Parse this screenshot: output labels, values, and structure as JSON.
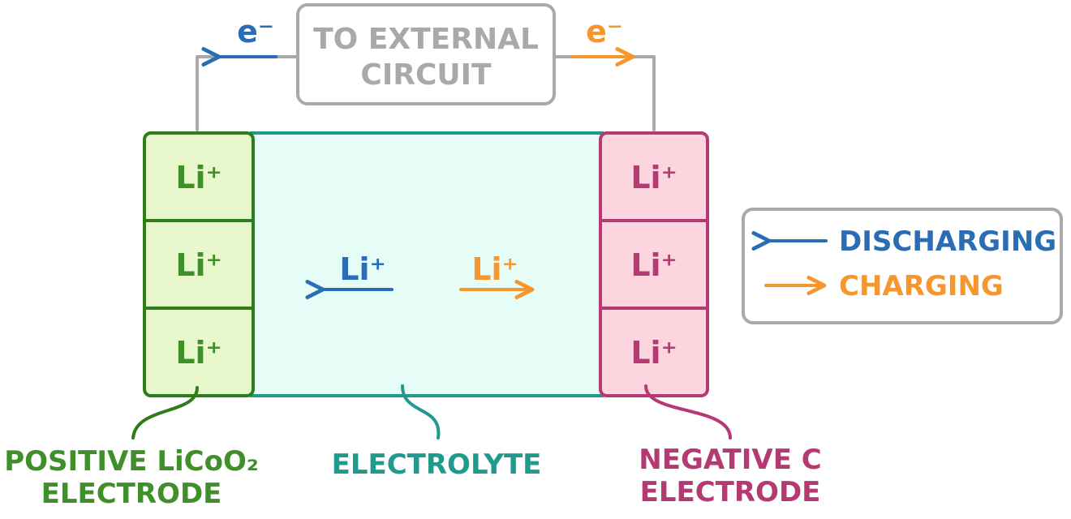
{
  "external_circuit": {
    "label_line1": "TO EXTERNAL",
    "label_line2": "CIRCUIT",
    "electron_left": "e⁻",
    "electron_right": "e⁻"
  },
  "positive_electrode": {
    "cells": [
      "Li⁺",
      "Li⁺",
      "Li⁺"
    ],
    "label_line1": "POSITIVE LiCoO₂",
    "label_line2": "ELECTRODE"
  },
  "electrolyte": {
    "ion_discharging": "Li⁺",
    "ion_charging": "Li⁺",
    "label": "ELECTROLYTE"
  },
  "negative_electrode": {
    "cells": [
      "Li⁺",
      "Li⁺",
      "Li⁺"
    ],
    "label_line1": "NEGATIVE C",
    "label_line2": "ELECTRODE"
  },
  "legend": {
    "discharging": "DISCHARGING",
    "charging": "CHARGING"
  },
  "colors": {
    "blue": "#2a6db5",
    "orange": "#f7962d",
    "green": "#3f8f2a",
    "green_fill": "#e8f7cc",
    "green_stroke": "#2f7d18",
    "teal": "#1f9a8c",
    "teal_fill": "#e6fcf6",
    "pink": "#b53a74",
    "pink_fill": "#fdd5de",
    "gray": "#a9a9a9"
  }
}
